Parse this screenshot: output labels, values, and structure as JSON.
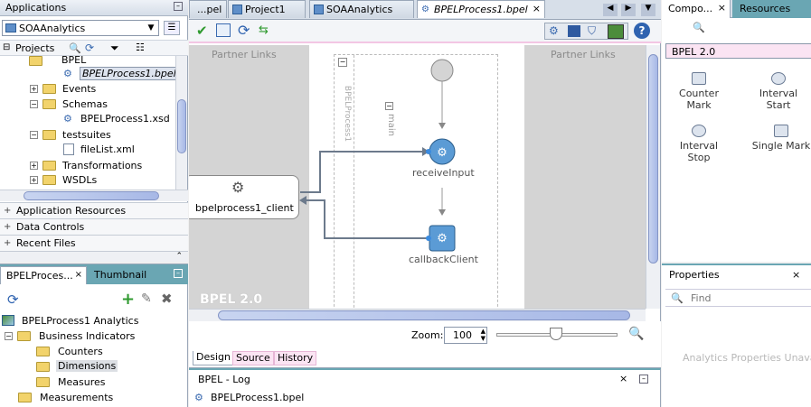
{
  "left_top": {
    "applications_title": "Applications",
    "app_selector": "SOAAnalytics",
    "projects_label": "Projects",
    "tree": [
      {
        "label": "BPEL",
        "indent": 2,
        "type": "folder"
      },
      {
        "label": "BPELProcess1.bpel",
        "indent": 3,
        "type": "bpel",
        "selected": true
      },
      {
        "label": "Events",
        "indent": 2,
        "type": "folder"
      },
      {
        "label": "Schemas",
        "indent": 2,
        "type": "folder"
      },
      {
        "label": "BPELProcess1.xsd",
        "indent": 3,
        "type": "xsd"
      },
      {
        "label": "testsuites",
        "indent": 2,
        "type": "folder"
      },
      {
        "label": "fileList.xml",
        "indent": 3,
        "type": "xml"
      },
      {
        "label": "Transformations",
        "indent": 2,
        "type": "folder"
      },
      {
        "label": "WSDLs",
        "indent": 2,
        "type": "folder"
      }
    ],
    "accordions": [
      "Application Resources",
      "Data Controls",
      "Recent Files"
    ]
  },
  "left_bottom": {
    "tab_active": "BPELProces...",
    "tab_other": "Thumbnail",
    "tree": [
      {
        "label": "BPELProcess1 Analytics"
      },
      {
        "label": "Business Indicators"
      },
      {
        "label": "Counters"
      },
      {
        "label": "Dimensions"
      },
      {
        "label": "Measures"
      },
      {
        "label": "Measurements"
      }
    ]
  },
  "editor": {
    "tabs": [
      {
        "label": "...pel"
      },
      {
        "label": "Project1"
      },
      {
        "label": "SOAAnalytics"
      },
      {
        "label": "BPELProcess1.bpel"
      }
    ],
    "partner_links_left": "Partner Links",
    "partner_links_right": "Partner Links",
    "scope_label": "BPELProcess1",
    "sequence_label": "main",
    "client_label": "bpelprocess1_client",
    "receive_label": "receiveInput",
    "callback_label": "callbackClient",
    "watermark": "BPEL 2.0",
    "zoom_label": "Zoom:",
    "zoom_value": "100",
    "bottom_tabs": [
      "Design",
      "Source",
      "History"
    ]
  },
  "log": {
    "title": "BPEL - Log",
    "entry": "BPELProcess1.bpel"
  },
  "right_top": {
    "tab_components": "Compo...",
    "tab_resources": "Resources",
    "palette_select": "BPEL 2.0",
    "items": [
      {
        "label": "Counter Mark"
      },
      {
        "label": "Interval Start"
      },
      {
        "label": "Interval Stop"
      },
      {
        "label": "Single Mark"
      }
    ]
  },
  "properties": {
    "title": "Properties",
    "find_placeholder": "Find",
    "empty_message": "Analytics Properties Unava"
  }
}
